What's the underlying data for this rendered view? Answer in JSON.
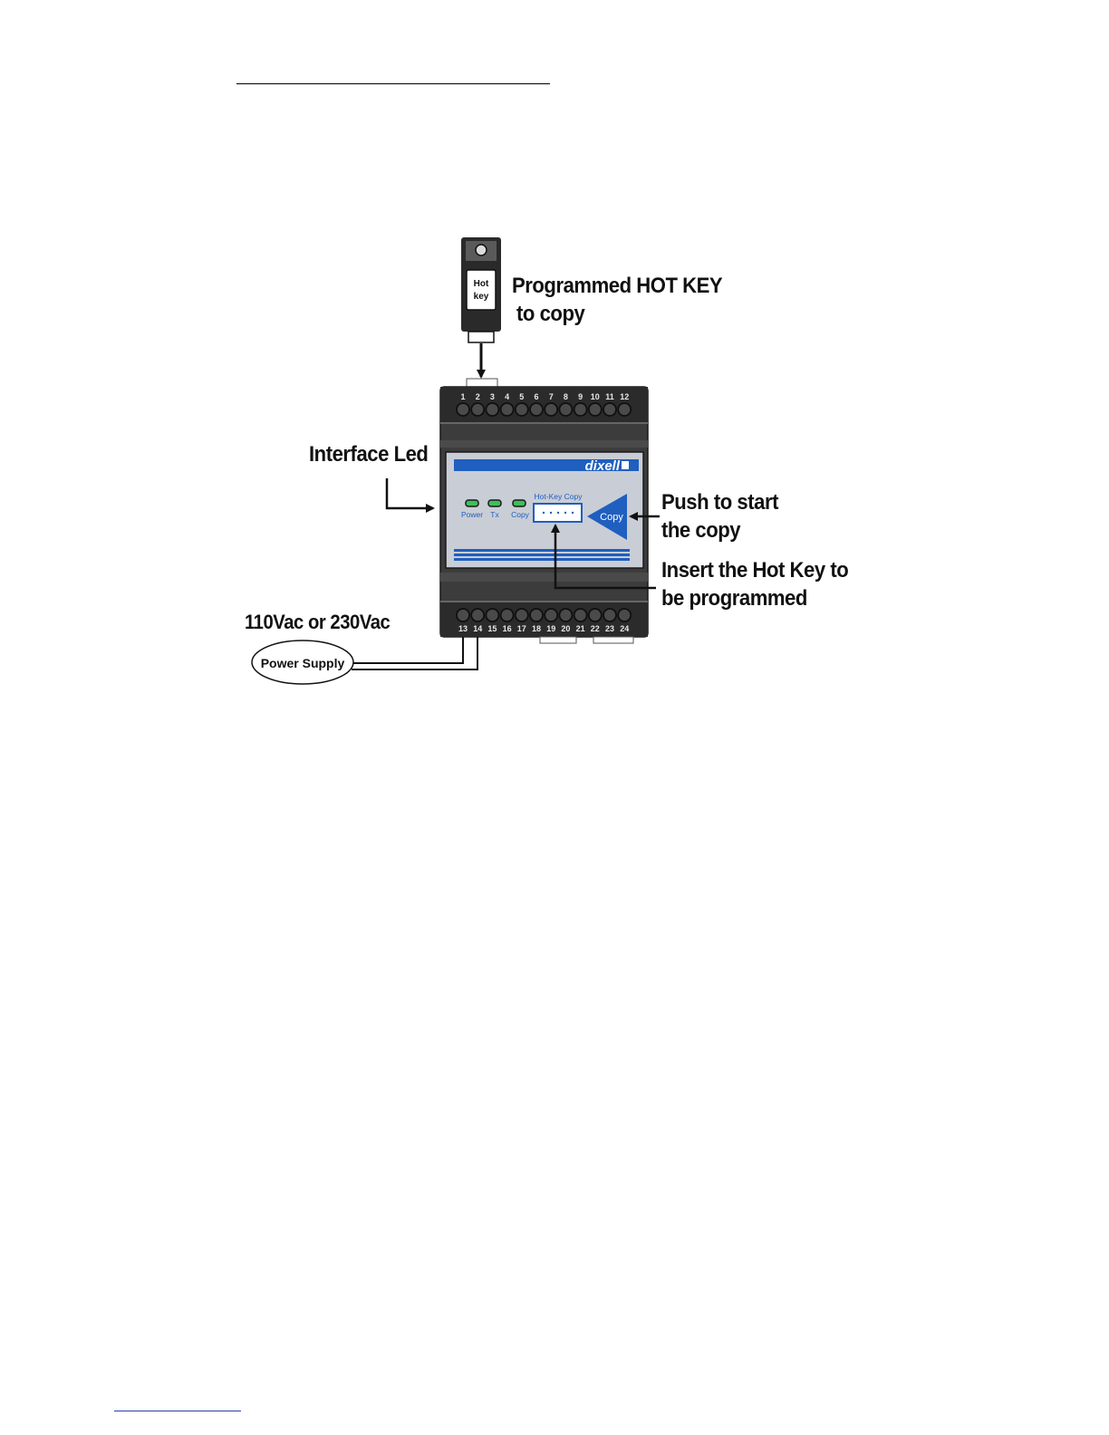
{
  "diagram": {
    "hotkey_badge": "Hot key",
    "hotkey_label_line1": "Programmed HOT KEY",
    "hotkey_label_line2": "to copy",
    "interface_led_label": "Interface Led",
    "push_label_line1": "Push to start",
    "push_label_line2": "the copy",
    "insert_label_line1": "Insert the Hot Key to",
    "insert_label_line2": "be programmed",
    "voltage_label": "110Vac or 230Vac",
    "power_supply_label": "Power Supply",
    "brand": "dixell",
    "hotkey_copy_port_label": "Hot-Key Copy",
    "copy_button_label": "Copy",
    "leds": [
      "Power",
      "Tx",
      "Copy"
    ],
    "top_terminals": [
      "1",
      "2",
      "3",
      "4",
      "5",
      "6",
      "7",
      "8",
      "9",
      "10",
      "11",
      "12"
    ],
    "bottom_terminals": [
      "13",
      "14",
      "15",
      "16",
      "17",
      "18",
      "19",
      "20",
      "21",
      "22",
      "23",
      "24"
    ],
    "colors": {
      "brand_blue": "#1f5fbf",
      "panel_gray": "#c9cdd6",
      "housing_dark": "#3b3b3b",
      "led_green": "#3fbf5a"
    }
  }
}
